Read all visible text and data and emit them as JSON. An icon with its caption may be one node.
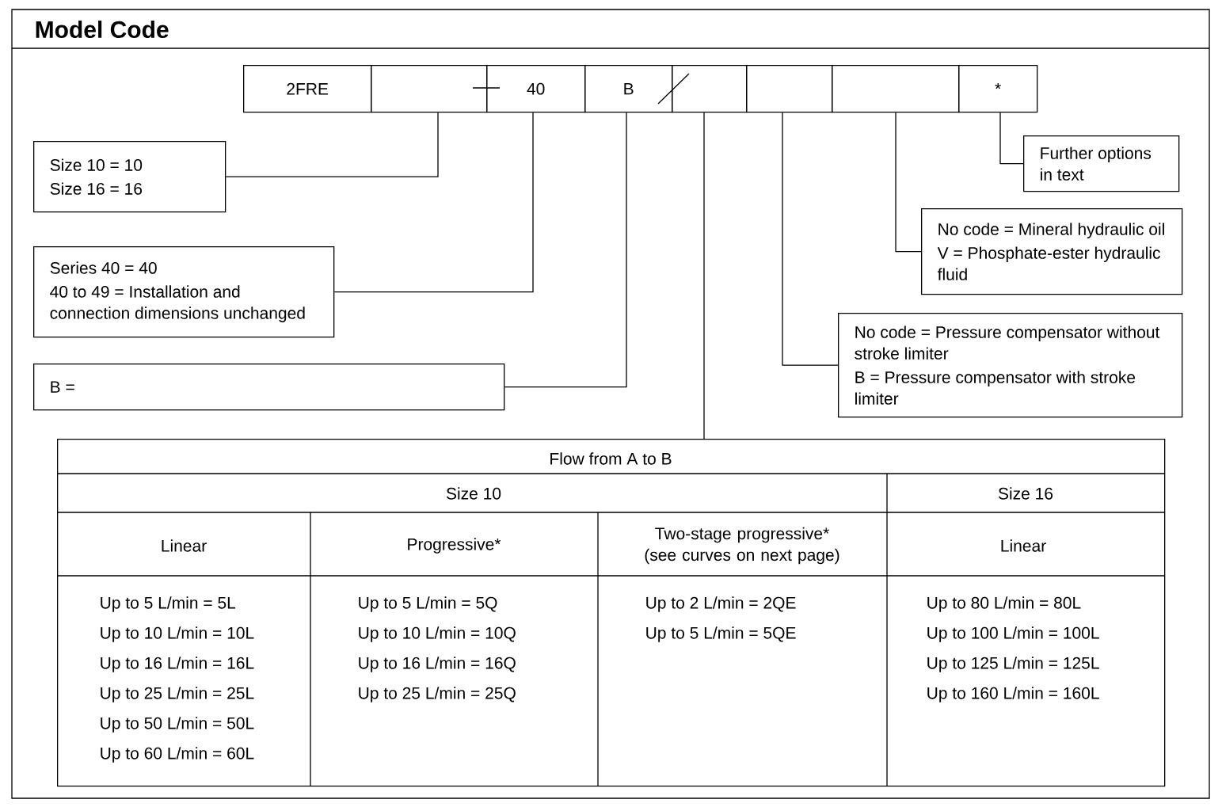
{
  "diagram": {
    "title": "Model Code",
    "nodes": [
      {
        "text": [
          "2FRE"
        ]
      },
      {
        "text": [],
        "shape": "box"
      },
      {
        "text": [
          "40"
        ]
      },
      {
        "text": [
          "B"
        ]
      },
      {
        "text": [],
        "shape": "box"
      },
      {
        "text": [],
        "shape": "box"
      },
      {
        "text": [],
        "shape": "box"
      },
      {
        "text": [
          "*"
        ]
      },
      {
        "text": [
          "Size 10 = 10",
          "Size 16 = 16"
        ]
      },
      {
        "text": [
          "Series 40 = 40",
          "40 to 49 = Installation and connection dimensions unchanged"
        ]
      },
      {
        "text": [
          "B ="
        ]
      },
      {
        "text": [
          "Flow from A to B"
        ]
      },
      {
        "text": [
          "Further options in text"
        ]
      },
      {
        "text": [
          "No code = Mineral hydraulic oil",
          "V = Phosphate-ester hydraulic fluid"
        ]
      },
      {
        "text": [
          "No code = Pressure compensator without stroke limiter",
          "B = Pressure compensator with stroke limiter"
        ]
      }
    ],
    "edges": [
      {
        "from": 1,
        "to": 8,
        "arrow": "none"
      },
      {
        "from": 2,
        "to": 9,
        "arrow": "none"
      },
      {
        "from": 3,
        "to": 10,
        "arrow": "none"
      },
      {
        "from": 4,
        "to": 11,
        "arrow": "none"
      },
      {
        "from": 5,
        "to": 14,
        "arrow": "none"
      },
      {
        "from": 6,
        "to": 13,
        "arrow": "none"
      },
      {
        "from": 7,
        "to": 12,
        "arrow": "none"
      }
    ],
    "labels": [
      "Size 10",
      "Size 16",
      "Linear",
      "Progressive*",
      "Two-stage progressive* (see curves on next page)",
      "Linear",
      "Up to 5 L/min = 5L",
      "Up to 5 L/min = 5Q",
      "Up to 2 L/min = 2QE",
      "Up to 80 L/min = 80L",
      "Up to 10 L/min = 10L",
      "Up to 10 L/min = 10Q",
      "Up to 5 L/min = 5QE",
      "Up to 100 L/min = 100L",
      "Up to 16 L/min = 16L",
      "Up to 16 L/min = 16Q",
      "Up to 125 L/min = 125L",
      "Up to 25 L/min = 25L",
      "Up to 25 L/min = 25Q",
      "Up to 160 L/min = 160L",
      "Up to 50 L/min = 50L",
      "Up to 60 L/min = 60L"
    ]
  }
}
